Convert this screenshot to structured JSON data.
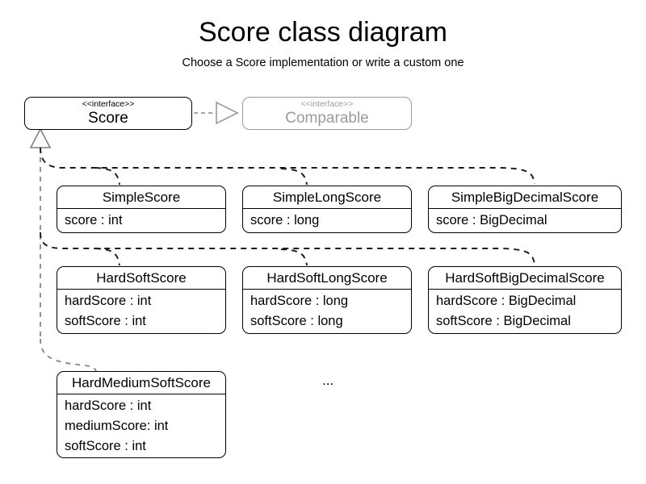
{
  "page": {
    "title": "Score class diagram",
    "subtitle": "Choose a Score implementation or write a custom one",
    "ellipsis": "...",
    "background_color": "#ffffff",
    "line_color": "#000000",
    "muted_color": "#9a9a9a",
    "connector_color": "#808080"
  },
  "interfaces": [
    {
      "id": "score",
      "stereotype": "<<interface>>",
      "name": "Score",
      "muted": false
    },
    {
      "id": "comparable",
      "stereotype": "<<interface>>",
      "name": "Comparable",
      "muted": true
    }
  ],
  "relations": {
    "realization": {
      "from": "Score",
      "to": "Comparable",
      "style": "dashed",
      "arrow": "hollow-triangle"
    },
    "inheritance": {
      "to": "Score",
      "style": "dashed",
      "arrow": "hollow-triangle",
      "from": [
        "SimpleScore",
        "SimpleLongScore",
        "SimpleBigDecimalScore",
        "HardSoftScore",
        "HardSoftLongScore",
        "HardSoftBigDecimalScore",
        "HardMediumSoftScore"
      ]
    }
  },
  "classes": [
    {
      "id": "simple-score",
      "name": "SimpleScore",
      "attributes": [
        "score : int"
      ]
    },
    {
      "id": "simple-long-score",
      "name": "SimpleLongScore",
      "attributes": [
        "score : long"
      ]
    },
    {
      "id": "simple-big-decimal-score",
      "name": "SimpleBigDecimalScore",
      "attributes": [
        "score : BigDecimal"
      ]
    },
    {
      "id": "hard-soft-score",
      "name": "HardSoftScore",
      "attributes": [
        "hardScore : int",
        "softScore : int"
      ]
    },
    {
      "id": "hard-soft-long-score",
      "name": "HardSoftLongScore",
      "attributes": [
        "hardScore : long",
        "softScore : long"
      ]
    },
    {
      "id": "hard-soft-big-decimal-score",
      "name": "HardSoftBigDecimalScore",
      "attributes": [
        "hardScore : BigDecimal",
        "softScore : BigDecimal"
      ]
    },
    {
      "id": "hard-medium-soft-score",
      "name": "HardMediumSoftScore",
      "attributes": [
        "hardScore : int",
        "mediumScore: int",
        "softScore : int"
      ]
    }
  ]
}
